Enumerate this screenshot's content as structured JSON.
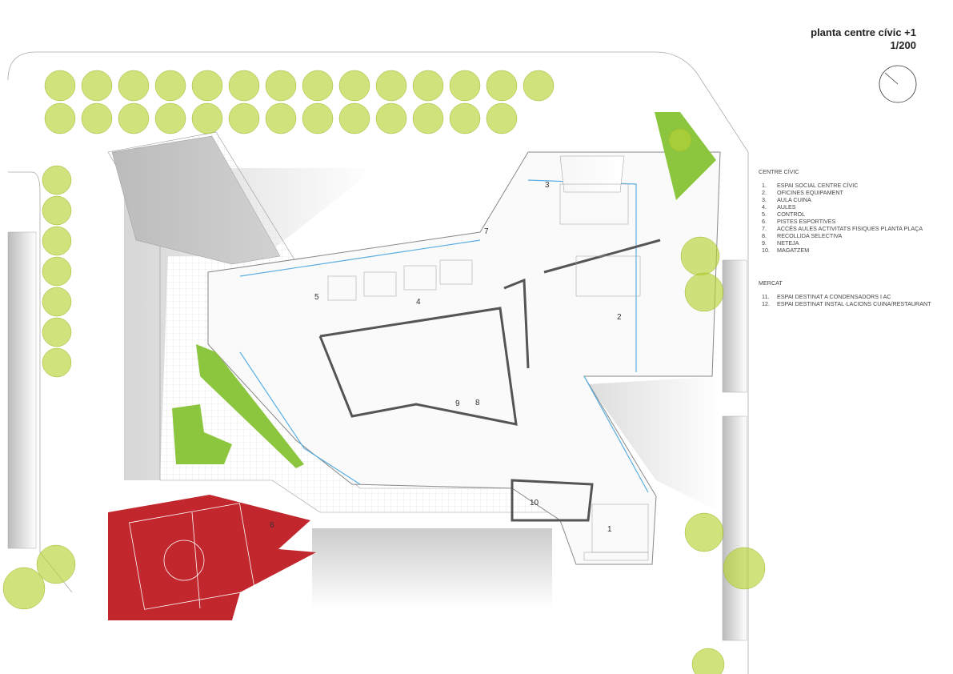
{
  "header": {
    "title": "planta centre cívic +1",
    "scale": "1/200"
  },
  "legend": {
    "centre_civic": {
      "heading": "CENTRE CÍVIC",
      "items": [
        {
          "num": "1.",
          "label": "ESPAI SOCIAL CENTRE CÍVIC"
        },
        {
          "num": "2.",
          "label": "OFICINES EQUIPAMENT"
        },
        {
          "num": "3.",
          "label": "AULA CUINA"
        },
        {
          "num": "4.",
          "label": "AULES"
        },
        {
          "num": "5.",
          "label": "CONTROL"
        },
        {
          "num": "6.",
          "label": "PISTES ESPORTIVES"
        },
        {
          "num": "7.",
          "label": "ACCÉS AULES ACTIVITATS FISIQUES PLANTA PLAÇA"
        },
        {
          "num": "8.",
          "label": "RECOLLIDA SELECTIVA"
        },
        {
          "num": "9.",
          "label": "NETEJA"
        },
        {
          "num": "10.",
          "label": "MAGATZEM"
        }
      ]
    },
    "mercat": {
      "heading": "MERCAT",
      "items": [
        {
          "num": "11.",
          "label": "ESPAI DESTINAT A CONDENSADORS I AC"
        },
        {
          "num": "12.",
          "label": "ESPAI DESTINAT INSTAL·LACIONS CUINA/RESTAURANT"
        }
      ]
    }
  },
  "room_labels": [
    "1",
    "2",
    "3",
    "4",
    "5",
    "6",
    "7",
    "8",
    "9",
    "10"
  ],
  "colors": {
    "tree": "#b5d334",
    "court": "#c1272d",
    "wall": "#555555",
    "glass": "#5aaee0"
  }
}
